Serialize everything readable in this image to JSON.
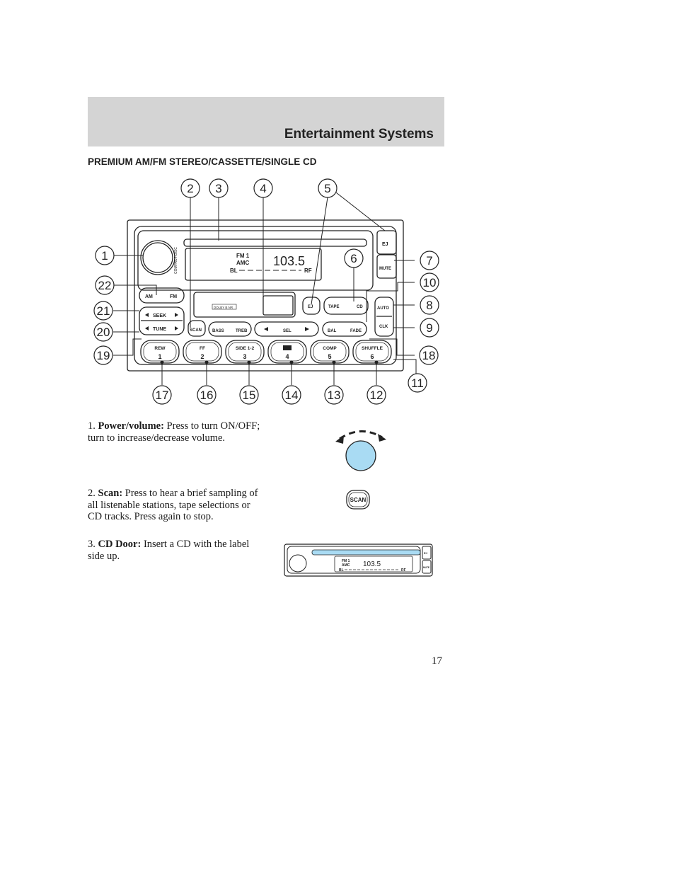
{
  "header": {
    "title": "Entertainment Systems"
  },
  "section": {
    "heading": "PREMIUM AM/FM STEREO/CASSETTE/SINGLE CD"
  },
  "radio": {
    "callouts": [
      "1",
      "2",
      "3",
      "4",
      "5",
      "6",
      "7",
      "8",
      "9",
      "10",
      "11",
      "12",
      "13",
      "14",
      "15",
      "16",
      "17",
      "18",
      "19",
      "20",
      "21",
      "22"
    ],
    "display": {
      "band": "FM 1",
      "amc": "AMC",
      "frequency": "103.5",
      "balance_left": "BL",
      "balance_right": "RF"
    },
    "labels": {
      "ej": "EJ",
      "mute": "MUTE",
      "am": "AM",
      "fm": "FM",
      "seek": "SEEK",
      "tune": "TUNE",
      "scan": "SCAN",
      "dolby": "DOLBY B NR",
      "ej_tape": "EJ",
      "tape": "TAPE",
      "cd": "CD",
      "auto": "AUTO",
      "clk": "CLK",
      "bass": "BASS",
      "treb": "TREB",
      "sel": "SEL",
      "bal": "BAL",
      "fade": "FADE",
      "cd_logo": "COMPACT DISC"
    },
    "presets": [
      {
        "top": "REW",
        "num": "1"
      },
      {
        "top": "FF",
        "num": "2"
      },
      {
        "top": "SIDE 1-2",
        "num": "3"
      },
      {
        "top": "",
        "num": "4"
      },
      {
        "top": "COMP",
        "num": "5"
      },
      {
        "top": "SHUFFLE",
        "num": "6"
      }
    ]
  },
  "items": [
    {
      "number": "1.",
      "term": "Power/volume:",
      "text": "Press to turn ON/OFF; turn to increase/decrease volume."
    },
    {
      "number": "2.",
      "term": "Scan:",
      "text": "Press to hear a brief sampling of all listenable stations, tape selections or CD tracks. Press again to stop."
    },
    {
      "number": "3.",
      "term": "CD Door:",
      "text": "Insert a CD with the label side up."
    }
  ],
  "figures": {
    "scan_label": "SCAN",
    "cd_display": {
      "band": "FM 1",
      "amc": "AMC",
      "frequency": "103.5",
      "balance_left": "BL",
      "balance_right": "RF",
      "ej": "EJ",
      "mute": "MUTE"
    }
  },
  "colors": {
    "knob_fill": "#a9dbf3",
    "cd_slot": "#a9dbf3",
    "header_band": "#d4d4d4"
  },
  "page_number": "17"
}
